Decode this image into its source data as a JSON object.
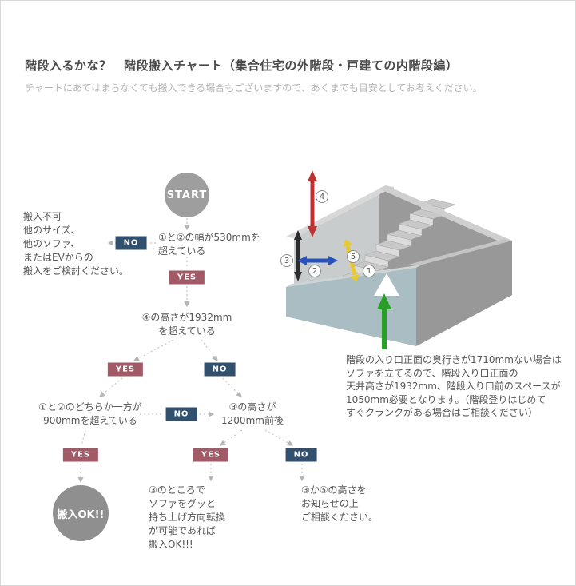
{
  "page": {
    "title": "階段入るかな？　階段搬入チャート（集合住宅の外階段・戸建ての内階段編）",
    "subtitle": "チャートにあてはまらなくても搬入できる場合もございますので、あくまでも目安としてお考えください。"
  },
  "flowchart": {
    "start_label": "START",
    "labels": {
      "yes": "YES",
      "no": "NO"
    },
    "reject_note": "搬入不可\n他のサイズ、\n他のソファ、\nまたはEVからの\n搬入をご検討ください。",
    "q_width": "①と②の幅が530mmを\n超えている",
    "q_ceiling": "④の高さが1932mm\nを超えている",
    "q_either": "①と②のどちらか一方が\n900mmを超えている",
    "q_step": "③の高さが\n1200mm前後",
    "ok_label": "搬入OK!!",
    "result_turn": "③のところで\nソファをグッと\n持ち上げ方向転換\nが可能であれば\n搬入OK!!!",
    "result_consult": "③か⑤の高さを\nお知らせの上\nご相談ください。"
  },
  "illustration": {
    "note": "階段の入り口正面の奥行きが1710mmない場合は\nソファを立てるので、階段入り口正面の\n天井高さが1932mm、階段入り口前のスペースが\n1050mm必要となります。（階段登りはじめて\nすぐクランクがある場合はご相談ください）",
    "markers": {
      "m1": "1",
      "m2": "2",
      "m3": "3",
      "m4": "4",
      "m5": "5"
    },
    "colors": {
      "arrow_ceiling_height": "#c03232",
      "arrow_entry_height": "#2d2d2d",
      "arrow_width": "#2a52be",
      "arrow_stair": "#e9c930",
      "arrow_approach": "#28a028",
      "yes_badge": "#a15a66",
      "no_badge": "#30506e"
    }
  }
}
